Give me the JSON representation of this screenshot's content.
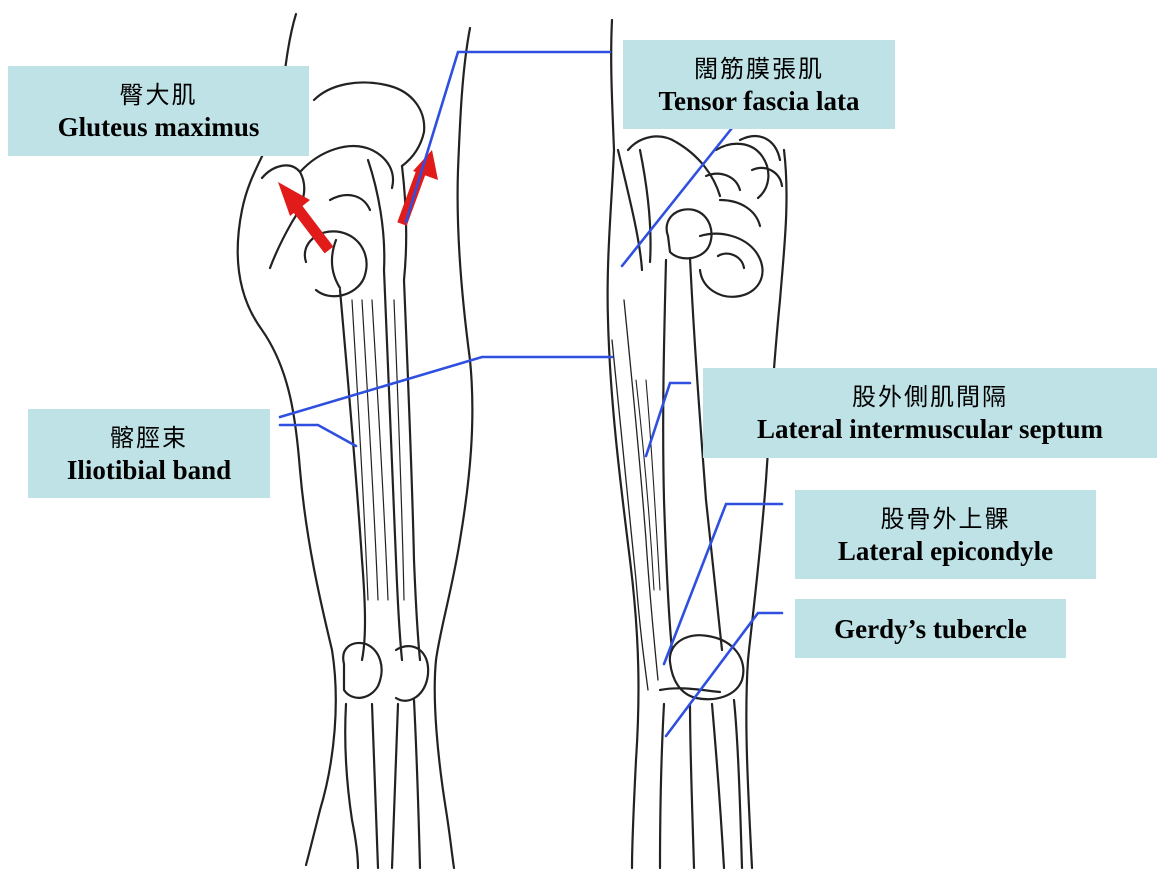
{
  "labels": {
    "gluteus_maximus": {
      "ja": "臀大肌",
      "en": "Gluteus maximus"
    },
    "tensor_fascia_lata": {
      "ja": "闊筋膜張肌",
      "en": "Tensor fascia lata"
    },
    "iliotibial_band": {
      "ja": "髂脛束",
      "en": "Iliotibial band"
    },
    "lateral_intermuscular_septum": {
      "ja": "股外側肌間隔",
      "en": "Lateral intermuscular septum"
    },
    "lateral_epicondyle": {
      "ja": "股骨外上髁",
      "en": "Lateral epicondyle"
    },
    "gerdys_tubercle": {
      "en": "Gerdy’s tubercle"
    }
  },
  "colors": {
    "label_background": "#bfe2e6",
    "leader_line": "#2f4fe0",
    "arrow": "#e11a1a",
    "drawing_ink": "#222222"
  }
}
